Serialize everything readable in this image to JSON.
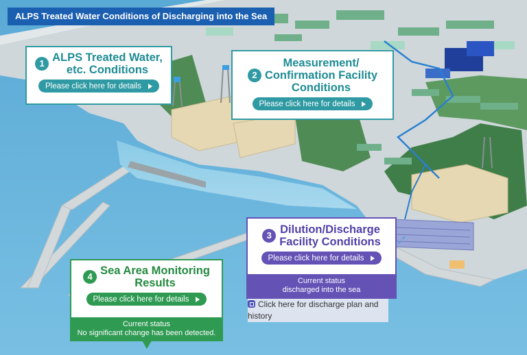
{
  "page_title": "ALPS Treated Water Conditions of Discharging into the Sea",
  "callouts": {
    "alps": {
      "number": "1",
      "title_line1": "ALPS Treated Water,",
      "title_line2": "etc. Conditions",
      "link_label": "Please click here for details"
    },
    "measurement": {
      "number": "2",
      "title_line1": "Measurement/",
      "title_line2": "Confirmation Facility",
      "title_line3": "Conditions",
      "link_label": "Please click here for details"
    },
    "dilution": {
      "number": "3",
      "title_line1": "Dilution/Discharge",
      "title_line2": "Facility Conditions",
      "link_label": "Please click here for details",
      "status_label": "Current status",
      "status_value": "discharged into the sea"
    },
    "sea_area": {
      "number": "4",
      "title_line1": "Sea Area Monitoring",
      "title_line2": "Results",
      "link_label": "Please click here for details",
      "status_label": "Current status",
      "status_value": "No significant change has been detected."
    }
  },
  "plan_link": {
    "label_line1": "Click here for discharge plan and",
    "label_line2": "history",
    "icon": "external-link-icon"
  },
  "colors": {
    "header": "#1b5fb0",
    "teal": "#2f9aa3",
    "purple": "#6452b5",
    "green": "#2e9a52",
    "sea": "#6bb4dc",
    "land": "#c9d3d6"
  }
}
